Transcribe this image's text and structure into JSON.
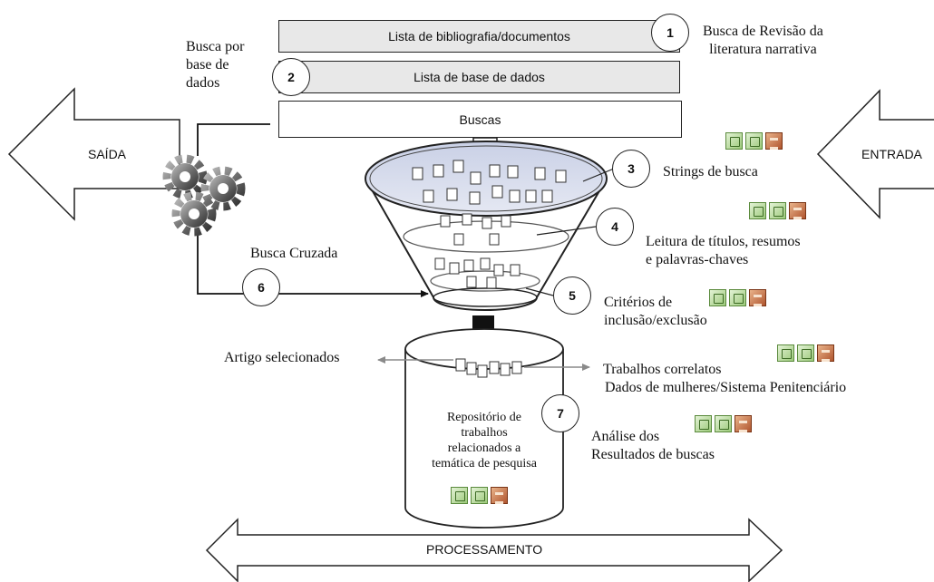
{
  "bars": {
    "bibliography": "Lista de bibliografia/documentos",
    "databases": "Lista de base de dados",
    "searches": "Buscas"
  },
  "steps": [
    "1",
    "2",
    "3",
    "4",
    "5",
    "6",
    "7"
  ],
  "labels": {
    "narrative_review_line1": "Busca de Revisão da",
    "narrative_review_line2": "literatura narrativa",
    "by_database_line1": "Busca por",
    "by_database_line2": "base de",
    "by_database_line3": "dados",
    "search_strings": "Strings de busca",
    "reading_line1": "Leitura de títulos, resumos",
    "reading_line2": "e palavras-chaves",
    "criteria_line1": "Critérios de",
    "criteria_line2": "inclusão/exclusão",
    "cross_search": "Busca Cruzada",
    "selected_articles": "Artigo selecionados",
    "related_works_line1": "Trabalhos correlatos",
    "related_works_line2": "Dados de mulheres/Sistema Penitenciário",
    "analysis_line1": "Análise dos",
    "analysis_line2": "Resultados de buscas"
  },
  "repository": {
    "line1": "Repositório de",
    "line2": "trabalhos",
    "line3": "relacionados  a",
    "line4": "temática de pesquisa"
  },
  "arrows": {
    "output": "SAÍDA",
    "input": "ENTRADA",
    "processing": "PROCESSAMENTO"
  },
  "icons": {
    "group": [
      "spreadsheet-icon",
      "spreadsheet-icon",
      "database-icon"
    ],
    "gears": "gears-icon"
  }
}
